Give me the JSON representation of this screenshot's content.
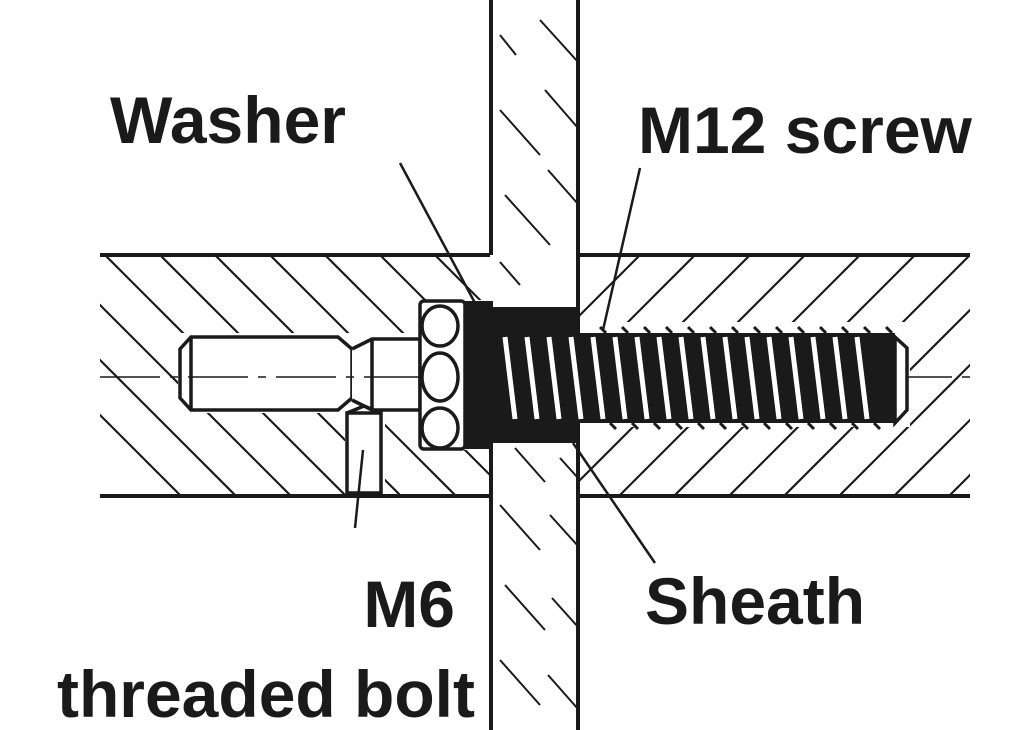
{
  "labels": {
    "washer": "Washer",
    "m12_screw": "M12 screw",
    "sheath": "Sheath",
    "m6_line1": "M6",
    "m6_line2": "threaded bolt"
  },
  "colors": {
    "ink": "#1a1a1a",
    "background": "#ffffff"
  }
}
